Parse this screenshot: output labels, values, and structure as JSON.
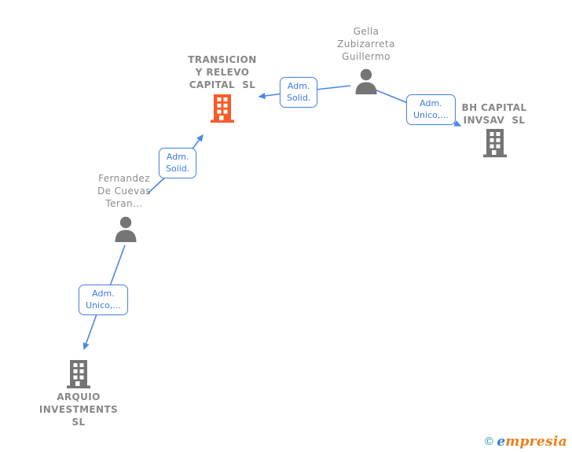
{
  "colors": {
    "accent_orange": "#F75B28",
    "icon_gray": "#757575",
    "name_gray": "#8C8C8C",
    "edge_blue": "#4A86E8",
    "label_blue": "#3D7BE5",
    "brand_blue": "#3B7FC4",
    "brand_orange": "#EE7D17",
    "brand_copyright": "#2B95B4"
  },
  "nodes": {
    "transicion": {
      "type": "company",
      "highlight": true,
      "icon": "building-icon",
      "lines": [
        "TRANSICION",
        "Y RELEVO",
        "CAPITAL  SL"
      ]
    },
    "gella": {
      "type": "person",
      "icon": "person-icon",
      "lines": [
        "Gella",
        "Zubizarreta",
        "Guillermo"
      ]
    },
    "bh_capital": {
      "type": "company",
      "icon": "building-icon",
      "lines": [
        "BH CAPITAL",
        "INVSAV  SL"
      ]
    },
    "fernandez": {
      "type": "person",
      "icon": "person-icon",
      "lines": [
        "Fernandez",
        "De Cuevas",
        "Teran..."
      ]
    },
    "arquio": {
      "type": "company",
      "icon": "building-icon",
      "lines": [
        "ARQUIO",
        "INVESTMENTS",
        "SL"
      ]
    }
  },
  "edges": {
    "gella_to_transicion": {
      "from": "gella",
      "to": "transicion",
      "label_lines": [
        "Adm.",
        "Solid."
      ]
    },
    "gella_to_bh_capital": {
      "from": "gella",
      "to": "bh_capital",
      "label_lines": [
        "Adm.",
        "Unico,..."
      ]
    },
    "fernandez_to_transicion": {
      "from": "fernandez",
      "to": "transicion",
      "label_lines": [
        "Adm.",
        "Solid."
      ]
    },
    "fernandez_to_arquio": {
      "from": "fernandez",
      "to": "arquio",
      "label_lines": [
        "Adm.",
        "Unico,..."
      ]
    }
  },
  "footer": {
    "copyright_symbol": "©",
    "brand_first_letter": "e",
    "brand_rest": "mpresia"
  }
}
